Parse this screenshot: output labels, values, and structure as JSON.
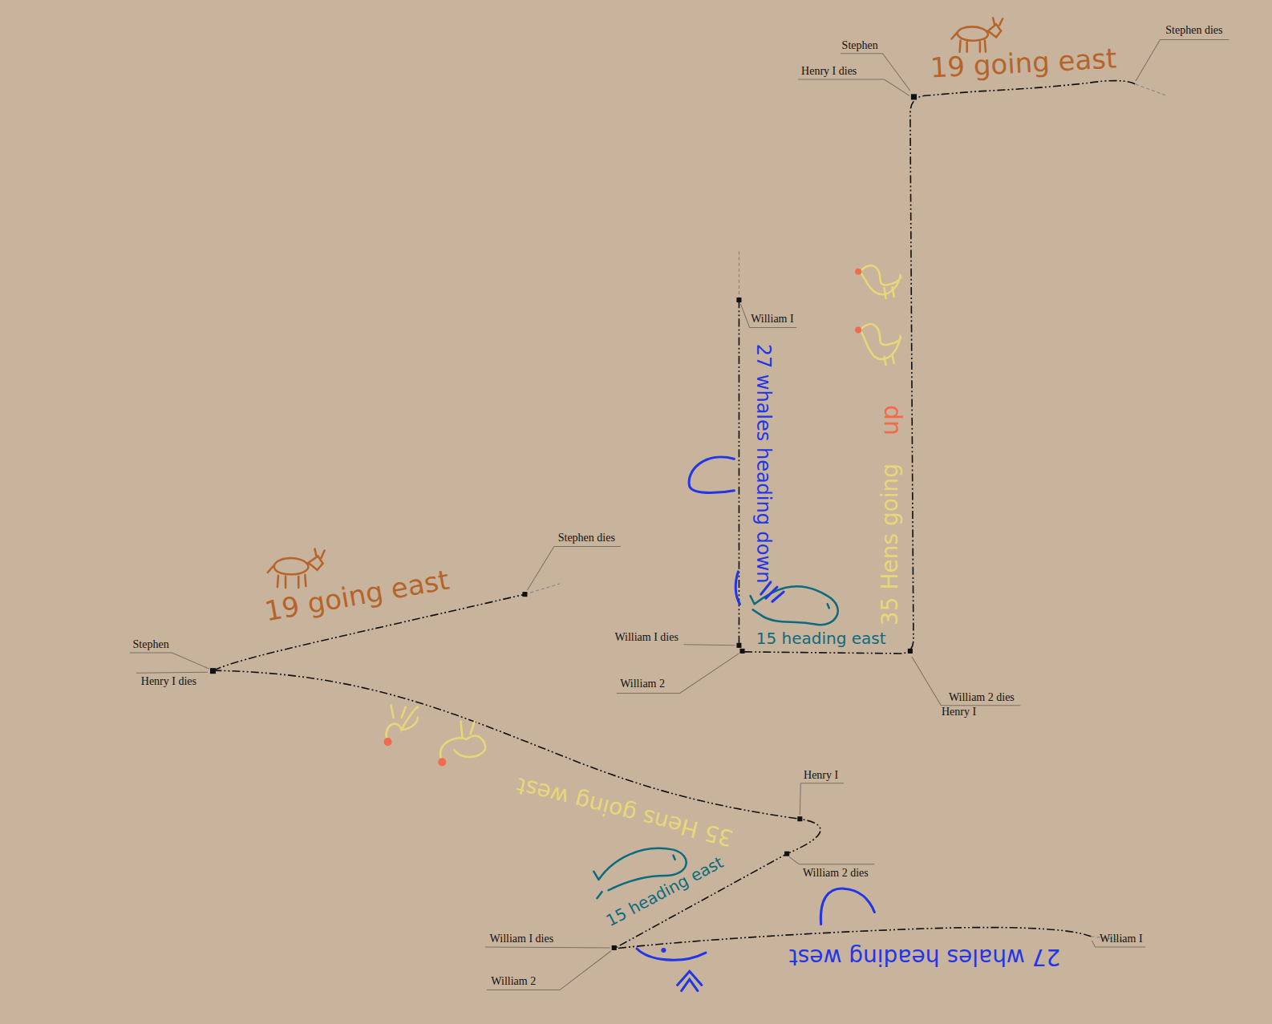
{
  "diagram": {
    "labels": [
      "Stephen",
      "Stephen dies",
      "Henry I dies",
      "19 going east",
      "William I",
      "27 whales heading down",
      "35 Hens going",
      "up",
      "William I dies",
      "15 heading east",
      "William 2",
      "William 2 dies",
      "Henry I",
      "Stephen dies",
      "19 going east",
      "Stephen",
      "Henry I dies",
      "35 Hens going west",
      "Henry I",
      "William 2 dies",
      "15 heading east",
      "William I dies",
      "William 2",
      "27 whales heading west",
      "William I"
    ]
  }
}
